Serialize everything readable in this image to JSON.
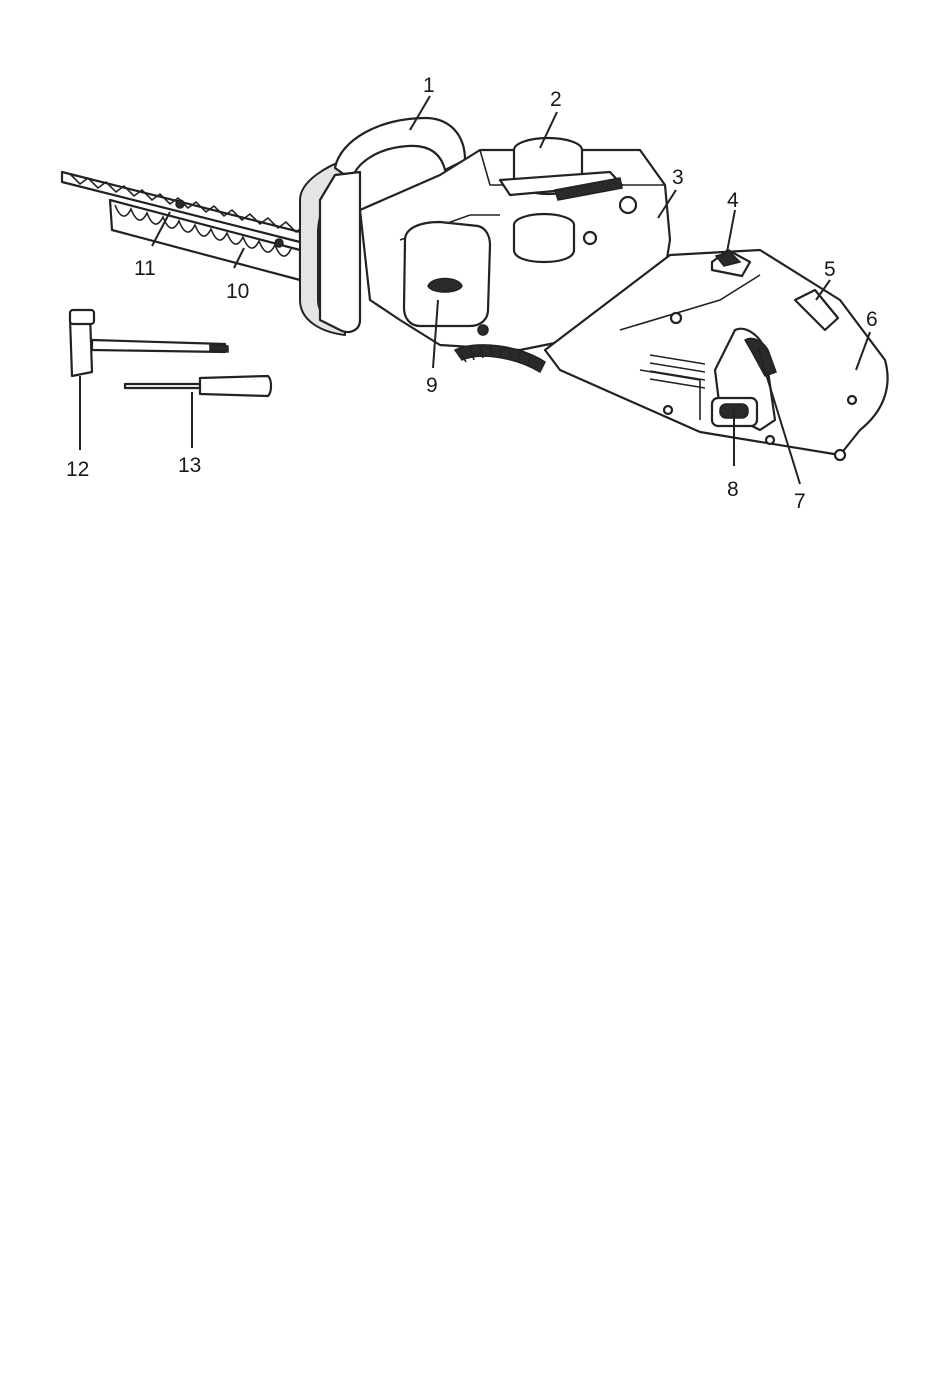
{
  "diagram": {
    "callouts": [
      {
        "id": "1",
        "label": "1"
      },
      {
        "id": "2",
        "label": "2"
      },
      {
        "id": "3",
        "label": "3"
      },
      {
        "id": "4",
        "label": "4"
      },
      {
        "id": "5",
        "label": "5"
      },
      {
        "id": "6",
        "label": "6"
      },
      {
        "id": "7",
        "label": "7"
      },
      {
        "id": "8",
        "label": "8"
      },
      {
        "id": "9",
        "label": "9"
      },
      {
        "id": "10",
        "label": "10"
      },
      {
        "id": "11",
        "label": "11"
      },
      {
        "id": "12",
        "label": "12"
      },
      {
        "id": "13",
        "label": "13"
      }
    ]
  },
  "colors": {
    "line": "#222222",
    "fill_light": "#e4e4e4",
    "background": "#ffffff"
  }
}
